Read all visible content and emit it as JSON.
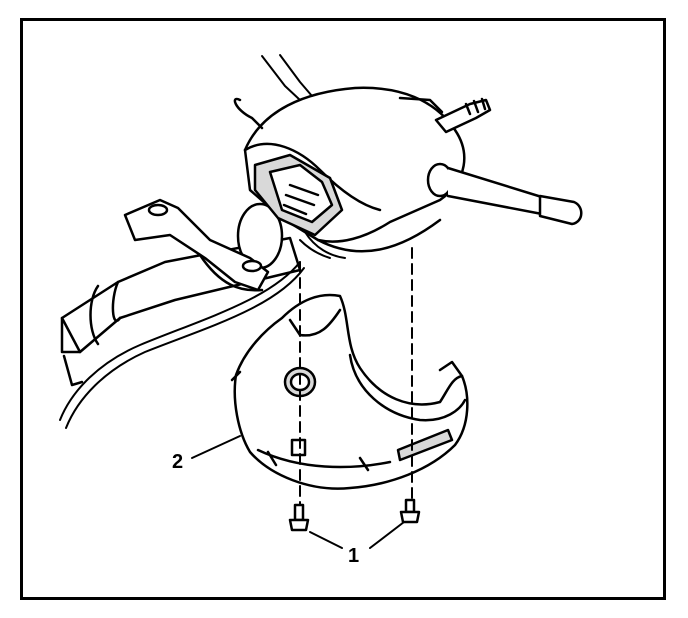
{
  "diagram": {
    "callouts": [
      {
        "id": "fastener",
        "text": "1"
      },
      {
        "id": "lower-shroud",
        "text": "2"
      }
    ]
  },
  "colors": {
    "line": "#000000",
    "fill": "#ffffff",
    "shade": "#d9d9d9"
  }
}
